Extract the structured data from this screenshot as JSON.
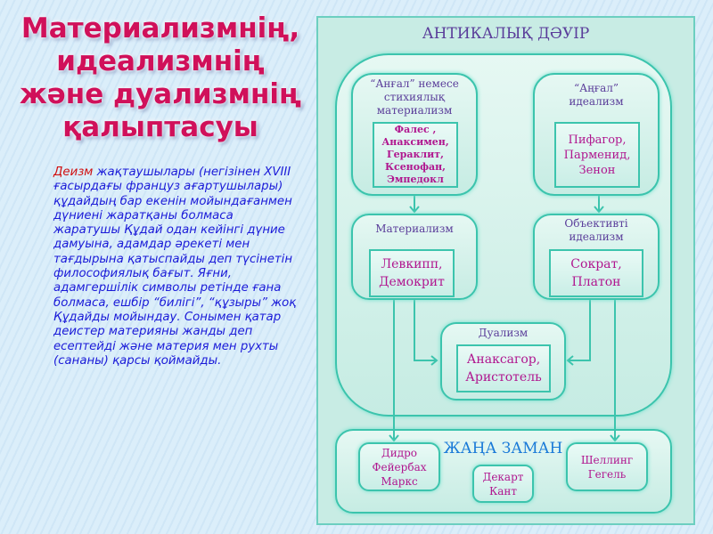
{
  "title": "Материализмнің, идеализмнің және дуализмнің қалыптасуы",
  "text": {
    "lead": "Деизм",
    "rest": " жақтаушылары (негізінен XVIII ғасырдағы француз ағартушылары) құдайдың бар екенін мойындағанмен дүниені жаратқаны болмаса жаратушы Құдай одан кейінгі дүние дамуына, адамдар әрекеті мен тағдырына қатыспайды деп түсінетін философиялық бағыт. Яғни, адамгершілік символы ретінде ғана болмаса, ешбір “билігі”, “құзыры” жоқ Құдайды мойындау. Сонымен қатар деистер материяны жанды деп есептейді және материя мен рухты (сананы) қарсы қоймайды."
  },
  "diagram": {
    "antiquity_title": "АНТИКАЛЫҚ ДӘУІР",
    "naive_materialism": {
      "label": "“Анғал” немесе стихиялық материализм",
      "names": "Фалес , Анаксимен, Гераклит, Ксенофан, Эмпедокл"
    },
    "naive_idealism": {
      "label": "“Аңғал” идеализм",
      "names": "Пифагор, Парменид, Зенон"
    },
    "materialism": {
      "label": "Материализм",
      "names": "Левкипп, Демокрит"
    },
    "objective_idealism": {
      "label": "Объективті идеализм",
      "names": "Сократ, Платон"
    },
    "dualism": {
      "label": "Дуализм",
      "names": "Анаксагор, Аристотель"
    },
    "modern_title": "ЖАҢА ЗАМАН",
    "modern_left": "Дидро Фейербах Маркс",
    "modern_center": "Декарт Кант",
    "modern_right": "Шеллинг Гегель"
  },
  "colors": {
    "title": "#d0105a",
    "body": "#1a1ad8",
    "accent": "#3cc4ad"
  }
}
